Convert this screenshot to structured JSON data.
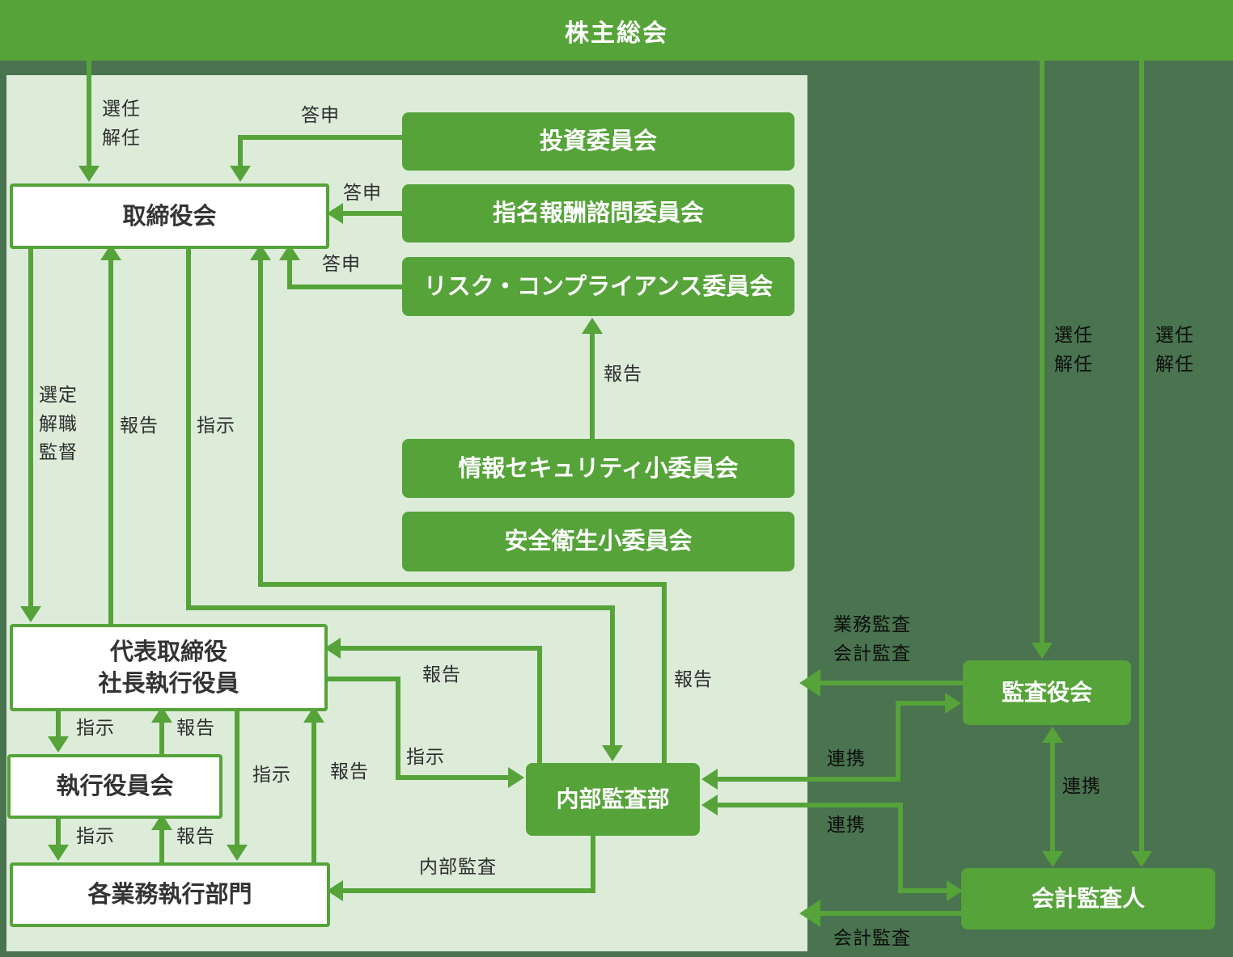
{
  "header": {
    "title": "株主総会"
  },
  "colors": {
    "brand_green": "#55a339",
    "panel_bg": "#dcecd9",
    "page_bg": "#4a7350",
    "white": "#ffffff",
    "panel_text": "#2e2e2e",
    "dark_label_text": "#0b0e0b"
  },
  "nodes": {
    "board": "取締役会",
    "investment": "投資委員会",
    "nomination": "指名報酬諮問委員会",
    "risk": "リスク・コンプライアンス委員会",
    "infosec": "情報セキュリティ小委員会",
    "safety": "安全衛生小委員会",
    "president": "代表取締役\n社長執行役員",
    "exec_officers": "執行役員会",
    "departments": "各業務執行部門",
    "internal_audit": "内部監査部",
    "audit_board": "監査役会",
    "accounting_auditor": "会計監査人"
  },
  "edge_labels": {
    "appoint_dismiss_board": "選任\n解任",
    "toshin_investment": "答申",
    "toshin_nomination": "答申",
    "toshin_risk": "答申",
    "hokoku_infosec": "報告",
    "sentei_kaishoku_kantoku": "選定\n解職\n監督",
    "hokoku_president_to_board": "報告",
    "shiji_board_to_internal": "指示",
    "hokoku_internal_to_board": "報告",
    "shiji_president_exec": "指示",
    "hokoku_exec_president": "報告",
    "shiji_exec_departments": "指示",
    "hokoku_departments_exec": "報告",
    "shiji_president_departments": "指示",
    "hokoku_departments_president": "報告",
    "hokoku_internal_to_president": "報告",
    "shiji_president_to_internal": "指示",
    "naibu_kansa": "内部監査",
    "appoint_dismiss_audit_board": "選任\n解任",
    "appoint_dismiss_accounting": "選任\n解任",
    "gyomu_kaikei_kansa": "業務監査\n会計監査",
    "renkei_audit_board_internal": "連携",
    "renkei_accounting_internal": "連携",
    "renkei_audit_board_accounting": "連携",
    "kaikei_kansa": "会計監査"
  }
}
